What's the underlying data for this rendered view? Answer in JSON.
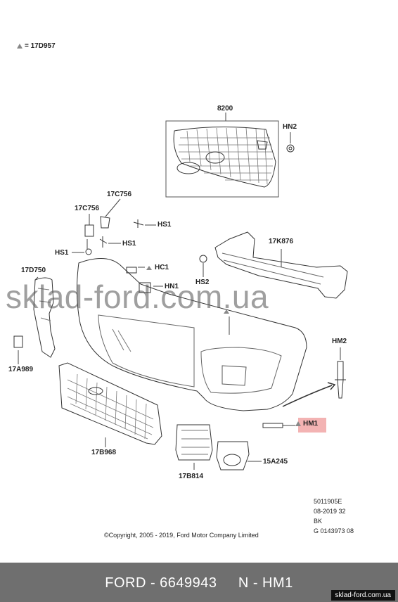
{
  "legend": {
    "text": "= 17D957",
    "icon": "triangle-icon"
  },
  "parts": {
    "p8200": "8200",
    "hn2": "HN2",
    "c17c756_top": "17C756",
    "c17c756_left": "17C756",
    "hs1_right": "HS1",
    "hs1_left": "HS1",
    "hs1_mid": "HS1",
    "k17k876": "17K876",
    "d17d750": "17D750",
    "hc1": "HC1",
    "hn1": "HN1",
    "hs2": "HS2",
    "hm2": "HM2",
    "a17a989": "17A989",
    "hm1": "HM1",
    "b17b968": "17B968",
    "b17b814": "17B814",
    "a15a245": "15A245"
  },
  "highlight_color": "#f3b3b3",
  "watermark": "sklad-ford.com.ua",
  "meta": {
    "line1": "5011905E",
    "line2": "08-2019 32",
    "line3": "BK",
    "line4": "G 0143973 08"
  },
  "copyright": "©Copyright, 2005 - 2019, Ford Motor Company Limited",
  "footer": {
    "title": "FORD - 6649943     N - HM1",
    "site": "sklad-ford.com.ua",
    "bg": "#6f6f6f"
  }
}
